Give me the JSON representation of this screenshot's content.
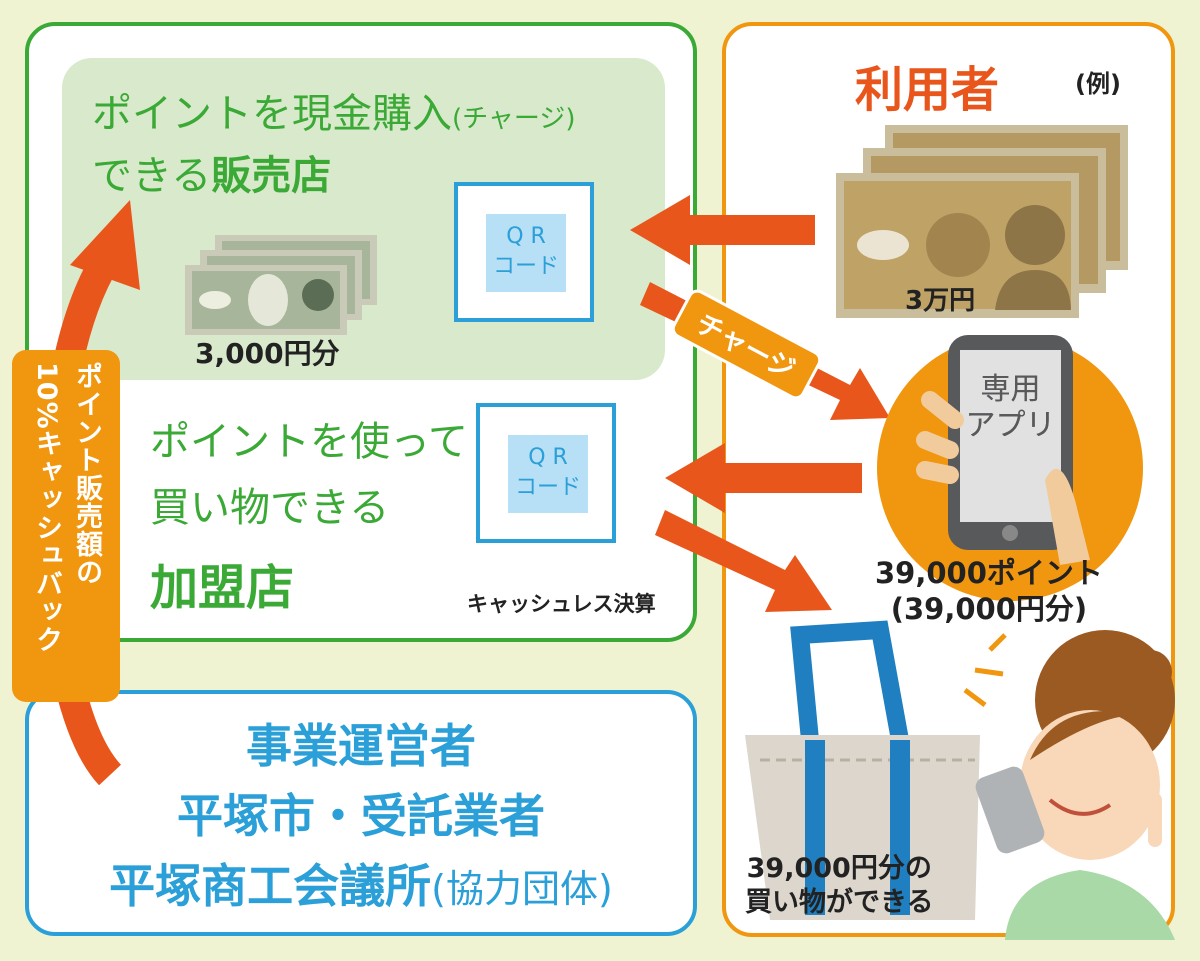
{
  "seller": {
    "line1": "ポイントを現金購入",
    "line1_small": "(チャージ)",
    "line2": "できる",
    "line2_bold": "販売店",
    "money_label": "3,000円分"
  },
  "qr": {
    "line1": "Q R",
    "line2": "コード"
  },
  "member": {
    "line1": "ポイントを使って",
    "line2": "買い物できる",
    "line3": "加盟店",
    "cashless": "キャッシュレス決算"
  },
  "cashback": {
    "col1": "ポイント販売額の",
    "col2": "10%キャッシュバック"
  },
  "operator": {
    "line1": "事業運営者",
    "line2": "平塚市・受託業者",
    "line3": "平塚商工会議所",
    "line3_small": "(協力団体)"
  },
  "user": {
    "title": "利用者",
    "example": "(例)",
    "money_label": "3万円",
    "app": "専用アプリ",
    "app1": "専用",
    "app2": "アプリ",
    "points": "39,000ポイント",
    "points_yen": "(39,000円分)",
    "shopping1": "39,000円分の",
    "shopping2": "買い物ができる"
  },
  "charge_label": "チャージ",
  "colors": {
    "green": "#3aa935",
    "orange": "#f0960f",
    "arrow": "#e8561b",
    "blue": "#2a9fd8"
  }
}
